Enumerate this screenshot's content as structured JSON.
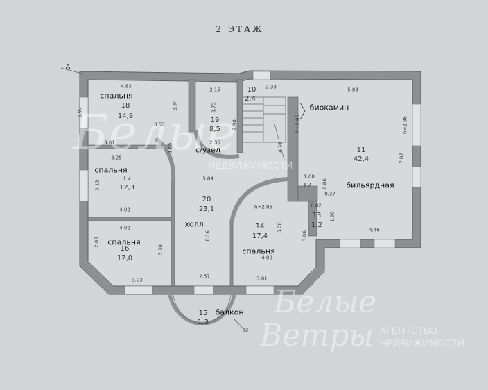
{
  "title": "2 ЭТАЖ",
  "axis_mark": "A",
  "rooms": {
    "r18": {
      "name": "спальня",
      "num": "18",
      "area": "14,9",
      "dims": [
        "4.83",
        "3.97",
        "3.01",
        "2.34",
        "0.53"
      ]
    },
    "r19": {
      "name": "с/узел",
      "num": "19",
      "area": "8,5",
      "dims": [
        "2.15",
        "3.73",
        "2.36",
        "2.90",
        "1.05"
      ]
    },
    "r10": {
      "num": "10",
      "area": "2,4",
      "dims": [
        "2.33",
        "4.79"
      ]
    },
    "r17": {
      "name": "спальня",
      "num": "17",
      "area": "12,3",
      "dims": [
        "3.25",
        "3.13",
        "4.02"
      ]
    },
    "r20": {
      "name": "холл",
      "num": "20",
      "area": "23,1",
      "dims": [
        "5.84",
        "6.16",
        "2.57"
      ]
    },
    "r16": {
      "name": "спальня",
      "num": "16",
      "area": "12,0",
      "dims": [
        "4.02",
        "2.08",
        "3.10",
        "3.03"
      ]
    },
    "r14": {
      "name": "спальня",
      "num": "14",
      "area": "17,4",
      "height": "h=2.86",
      "dims": [
        "5.00",
        "3.06",
        "4.00",
        "3.01"
      ]
    },
    "r15": {
      "name": "балкон",
      "num": "15",
      "area": "1,3",
      "mark": "в2"
    },
    "r11": {
      "name": "бильярдная",
      "num": "11",
      "area": "42,4",
      "fireplace": "биокамин",
      "height": "h=2.86",
      "dims": [
        "5.83",
        "7.87",
        "4.46"
      ]
    },
    "r12": {
      "num": "12",
      "dims": [
        "1.00",
        "0.86",
        "0.37"
      ]
    },
    "r13": {
      "num": "13",
      "area": "1,2",
      "dims": [
        "0.82",
        "1.93"
      ]
    }
  },
  "watermark": {
    "logo1": "Белые",
    "logo2": "Ветры",
    "sub1": "АГЕНТСТВО",
    "sub2": "НЕДВИЖИМОСТИ"
  },
  "colors": {
    "wall": "#8e8f92",
    "wall_edge": "#5c5d60",
    "window": "#e2e3e5",
    "floor": "#d8d9db"
  }
}
